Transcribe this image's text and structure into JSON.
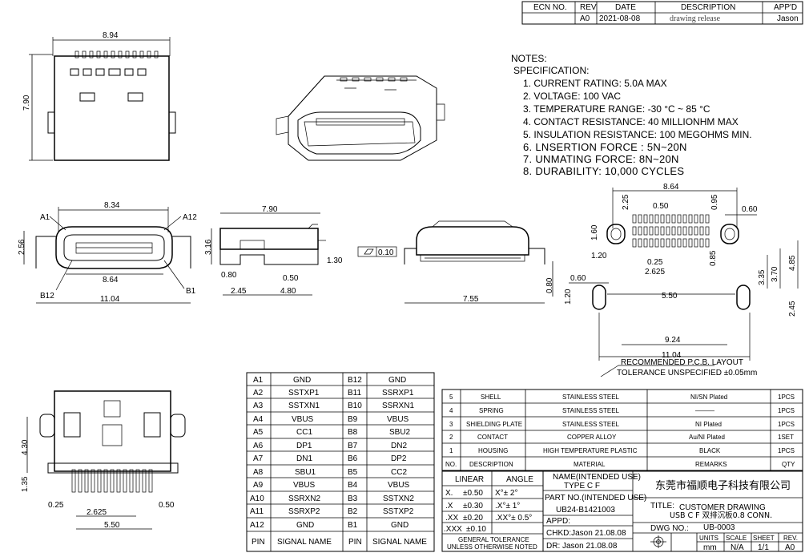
{
  "revision_block": {
    "headers": [
      "ECN NO.",
      "REV",
      "DATE",
      "DESCRIPTION",
      "APP'D"
    ],
    "row": [
      "",
      "A0",
      "2021-08-08",
      "drawing release",
      "Jason"
    ]
  },
  "notes": {
    "title": "NOTES:",
    "subtitle": "SPECIFICATION:",
    "items": [
      "1. CURRENT RATING: 5.0A MAX",
      "2. VOLTAGE: 100 VAC",
      "3. TEMPERATURE RANGE: -30 °C ~ 85 °C",
      "4. CONTACT RESISTANCE: 40 MILLIONHM MAX",
      "5. INSULATION RESISTANCE: 100 MEGOHMS MIN.",
      "6. LNSERTION  FORCE : 5N~20N",
      "7. UNMATING FORCE: 8N~20N",
      "8. DURABILITY:   10,000  CYCLES"
    ]
  },
  "dims": {
    "top_width": "8.94",
    "top_height": "7.90",
    "front_width": "8.34",
    "front_height": "2.56",
    "front_inner": "8.64",
    "front_total": "11.04",
    "a1": "A1",
    "a12": "A12",
    "b12": "B12",
    "b1": "B1",
    "side_length": "7.90",
    "side_height": "3.16",
    "side_130": "1.30",
    "side_080": "0.80",
    "side_050": "0.50",
    "side_245": "2.45",
    "side_480": "4.80",
    "rear_flat": "0.10",
    "rear_width": "7.55",
    "rear_height": "0.80",
    "pcb_864": "8.64",
    "pcb_225": "2.25",
    "pcb_050": "0.50",
    "pcb_095": "0.95",
    "pcb_060": "0.60",
    "pcb_160": "1.60",
    "pcb_120": "1.20",
    "pcb_025": "0.25",
    "pcb_2625": "2.625",
    "pcb_085": "0.85",
    "pcb_060b": "0.60",
    "pcb_335": "3.35",
    "pcb_370": "3.70",
    "pcb_485": "4.85",
    "pcb_550": "5.50",
    "pcb_120b": "1.20",
    "pcb_245": "2.45",
    "pcb_924": "9.24",
    "pcb_1104": "11.04",
    "bot_430": "4.30",
    "bot_135": "1.35",
    "bot_025": "0.25",
    "bot_050": "0.50",
    "bot_2625": "2.625",
    "bot_550": "5.50"
  },
  "pcb_notes": {
    "layout": "RECOMMENDED  P.C.B. LAYOUT",
    "tolerance": "TOLERANCE UNSPECIFIED ±0.05mm"
  },
  "pin_table": {
    "rows": [
      [
        "A1",
        "GND",
        "B12",
        "GND"
      ],
      [
        "A2",
        "SSTXP1",
        "B11",
        "SSRXP1"
      ],
      [
        "A3",
        "SSTXN1",
        "B10",
        "SSRXN1"
      ],
      [
        "A4",
        "VBUS",
        "B9",
        "VBUS"
      ],
      [
        "A5",
        "CC1",
        "B8",
        "SBU2"
      ],
      [
        "A6",
        "DP1",
        "B7",
        "DN2"
      ],
      [
        "A7",
        "DN1",
        "B6",
        "DP2"
      ],
      [
        "A8",
        "SBU1",
        "B5",
        "CC2"
      ],
      [
        "A9",
        "VBUS",
        "B4",
        "VBUS"
      ],
      [
        "A10",
        "SSRXN2",
        "B3",
        "SSTXN2"
      ],
      [
        "A11",
        "SSRXP2",
        "B2",
        "SSTXP2"
      ],
      [
        "A12",
        "GND",
        "B1",
        "GND"
      ]
    ],
    "footer": [
      "PIN",
      "SIGNAL NAME",
      "PIN",
      "SIGNAL NAME"
    ]
  },
  "bom": {
    "rows": [
      [
        "5",
        "SHELL",
        "STAINLESS STEEL",
        "NI/SN  Plated",
        "1PCS"
      ],
      [
        "4",
        "SPRING",
        "STAINLESS STEEL",
        "———",
        "1PCS"
      ],
      [
        "3",
        "SHIELDING PLATE",
        "STAINLESS STEEL",
        "NI  Plated",
        "1PCS"
      ],
      [
        "2",
        "CONTACT",
        "COPPER ALLOY",
        "Au/NI Plated",
        "1SET"
      ],
      [
        "1",
        "HOUSING",
        "HIGH TEMPERATURE PLASTIC",
        "BLACK",
        "1PCS"
      ]
    ],
    "header": [
      "NO.",
      "DESCRIPTION",
      "MATERIAL",
      "REMARKS",
      "QTY"
    ]
  },
  "tolerance_block": {
    "linear": "LINEAR",
    "angle": "ANGLE",
    "rows": [
      [
        "X.",
        "±0.50",
        "X°±  2°"
      ],
      [
        ".X",
        "±0.30",
        ".X°±  1°"
      ],
      [
        ".XX",
        "±0.20",
        ".XX°±  0.5°"
      ],
      [
        ".XXX",
        "±0.10",
        ""
      ]
    ],
    "general": "GENERAL TOLERANCE",
    "unless": "UNLESS OTHERWISE NOTED"
  },
  "title_block": {
    "name_label": "NAME(INTENDED USE)",
    "name_value": "TYPE  C  F",
    "part_label": "PART NO.(INTENDED USE)",
    "part_value": "UB24-B1421003",
    "appd": "APPD:",
    "chkd": "CHKD:Jason   21.08.08",
    "dr": "DR:   Jason  21.08.08",
    "company": "东莞市福顺电子科技有限公司",
    "title_label": "TITLE:",
    "title_line1": "CUSTOMER  DRAWING",
    "title_line2": "USB  C  F  双排沉板0.8  CONN.",
    "dwg_label": "DWG NO.:",
    "dwg_value": "UB-0003",
    "units_label": "UNITS",
    "units_value": "mm",
    "scale_label": "SCALE",
    "scale_value": "N/A",
    "sheet_label": "SHEET",
    "sheet_value": "1/1",
    "rev_label": "REV.",
    "rev_value": "A0"
  }
}
